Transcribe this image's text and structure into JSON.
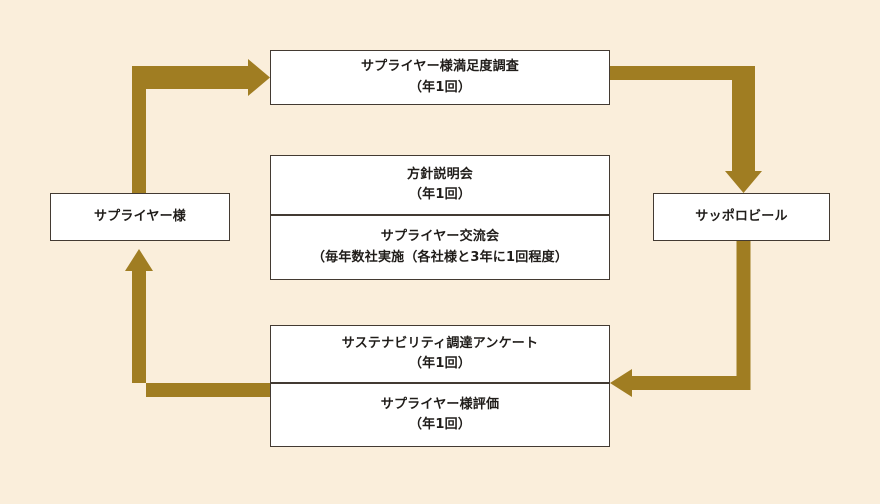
{
  "diagram": {
    "title": "Supplier engagement cycle",
    "colors": {
      "background": "#faeedb",
      "arrow": "#a07d22",
      "box_border": "#433a32",
      "box_fill": "#ffffff",
      "text": "#201d1a"
    },
    "actors": {
      "supplier": {
        "label": "サプライヤー様"
      },
      "company": {
        "label": "サッポロビール"
      }
    },
    "activities": {
      "satisfaction_survey": {
        "title": "サプライヤー様満足度調査",
        "frequency": "（年1回）"
      },
      "policy_briefing": {
        "title": "方針説明会",
        "frequency": "（年1回）"
      },
      "exchange_meeting": {
        "title": "サプライヤー交流会",
        "frequency": "（毎年数社実施（各社様と3年に1回程度）"
      },
      "sustainability_survey": {
        "title": "サステナビリティ調達アンケート",
        "frequency": "（年1回）"
      },
      "supplier_evaluation": {
        "title": "サプライヤー様評価",
        "frequency": "（年1回）"
      }
    },
    "arrows": [
      {
        "name": "supplier-to-satisfaction-survey",
        "from": "サプライヤー様",
        "to": "サプライヤー様満足度調査",
        "direction": "up-then-right"
      },
      {
        "name": "satisfaction-survey-to-company",
        "from": "サプライヤー様満足度調査",
        "to": "サッポロビール",
        "direction": "right-then-down"
      },
      {
        "name": "company-to-bottom-activities",
        "from": "サッポロビール",
        "to": "サステナビリティ調達アンケート",
        "direction": "down-then-left"
      },
      {
        "name": "bottom-activities-to-supplier",
        "from": "サプライヤー様評価",
        "to": "サプライヤー様",
        "direction": "left-then-up"
      }
    ]
  }
}
